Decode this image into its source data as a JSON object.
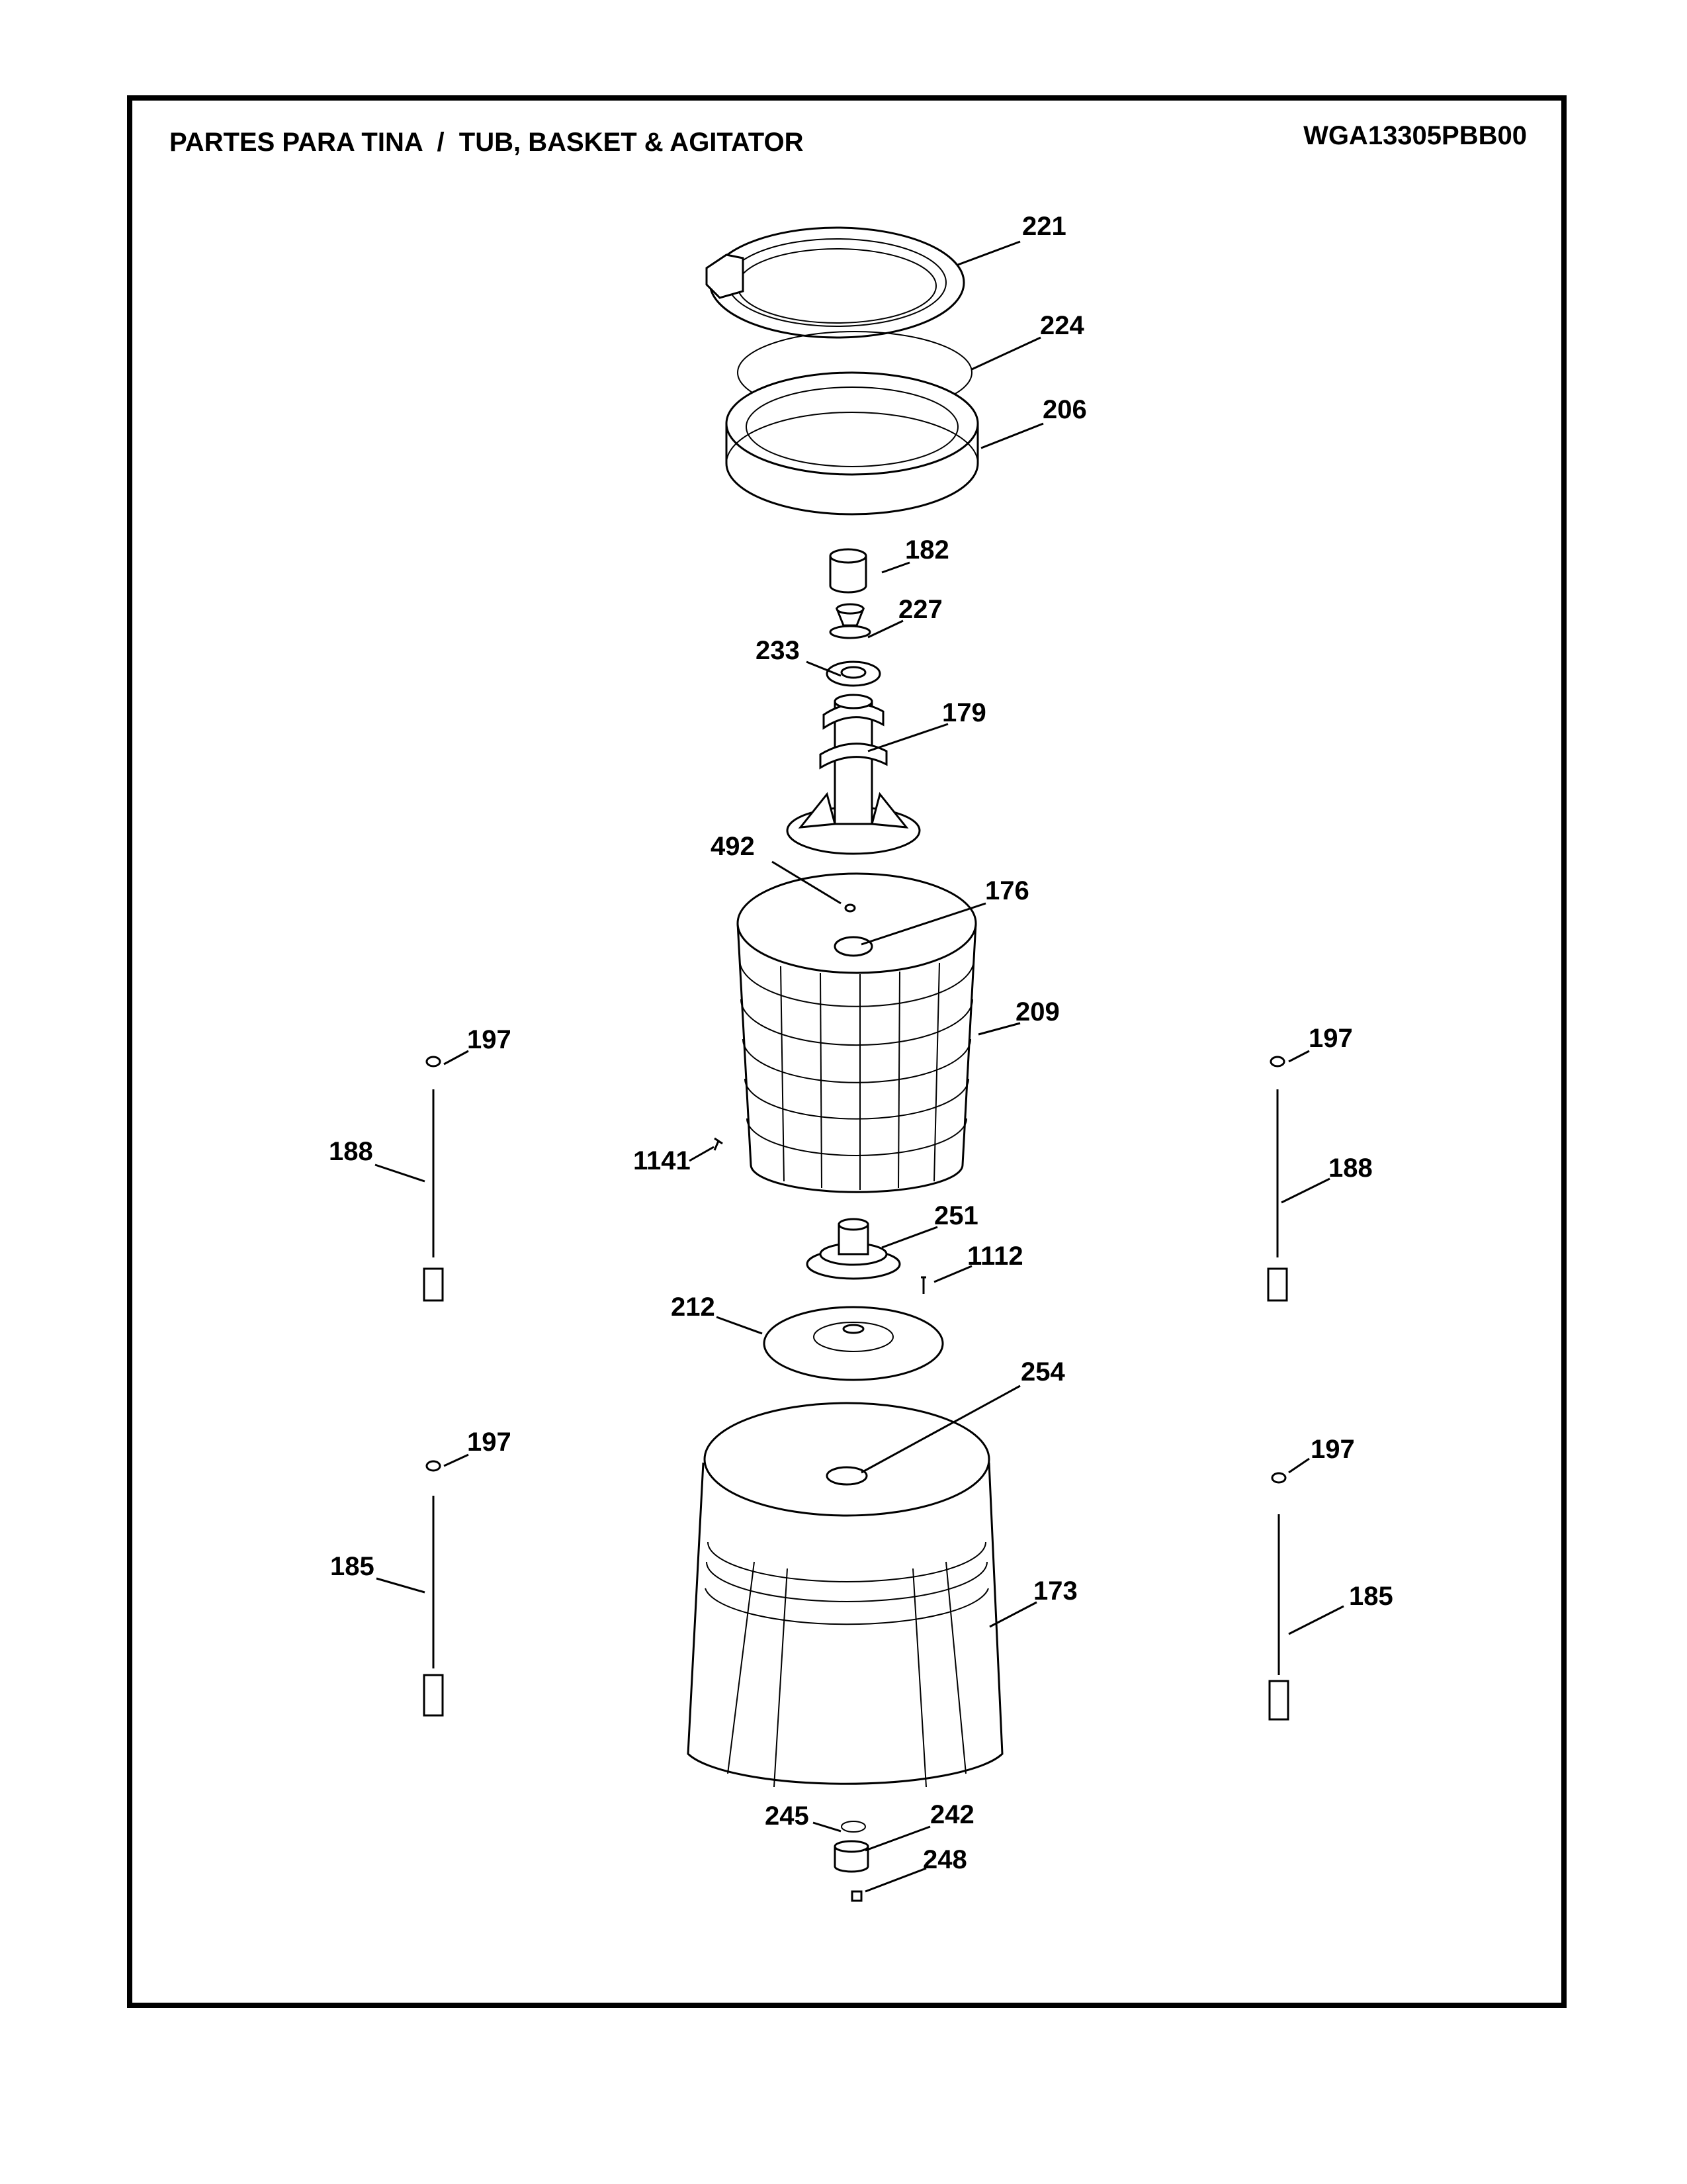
{
  "header": {
    "title": "PARTES PARA TINA  /  TUB, BASKET & AGITATOR",
    "model": "WGA13305PBB00"
  },
  "callouts": {
    "c221": "221",
    "c224": "224",
    "c206": "206",
    "c182": "182",
    "c227": "227",
    "c233": "233",
    "c179": "179",
    "c492": "492",
    "c176": "176",
    "c209": "209",
    "c197a": "197",
    "c188a": "188",
    "c1141": "1141",
    "c197b": "197",
    "c188b": "188",
    "c251": "251",
    "c1112": "1112",
    "c212": "212",
    "c254": "254",
    "c197c": "197",
    "c185a": "185",
    "c197d": "197",
    "c185b": "185",
    "c173": "173",
    "c245": "245",
    "c242": "242",
    "c248": "248"
  }
}
